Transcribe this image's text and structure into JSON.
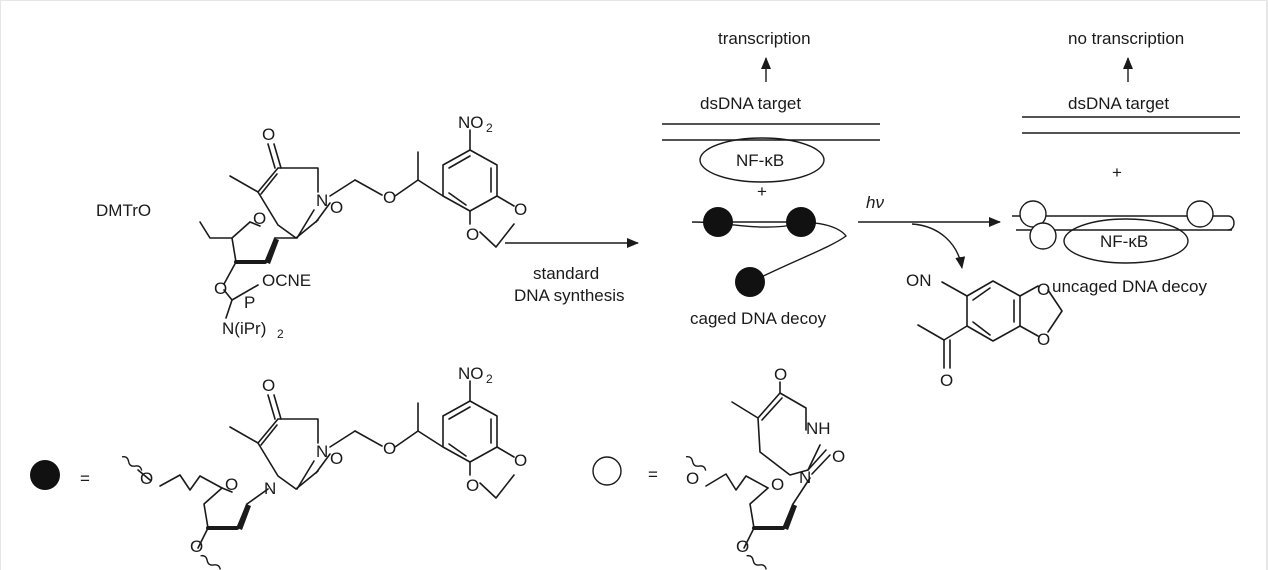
{
  "atoms": {
    "O": "O",
    "N": "N",
    "NH": "NH",
    "P": "P",
    "ON": "ON",
    "NO": "NO",
    "sub2": "2",
    "DMTrO": "DMTrO",
    "OCNE": "OCNE",
    "NiPr": "N(iPr)",
    "plus": "+",
    "eq": "="
  },
  "labels": {
    "transcription": "transcription",
    "no_transcription": "no transcription",
    "dsdna_target": "dsDNA target",
    "nfkb": "NF-κB",
    "standard": "standard",
    "dna_synthesis": "DNA synthesis",
    "caged_decoy": "caged DNA decoy",
    "uncaged_decoy": "uncaged DNA decoy",
    "hv": "hν"
  }
}
